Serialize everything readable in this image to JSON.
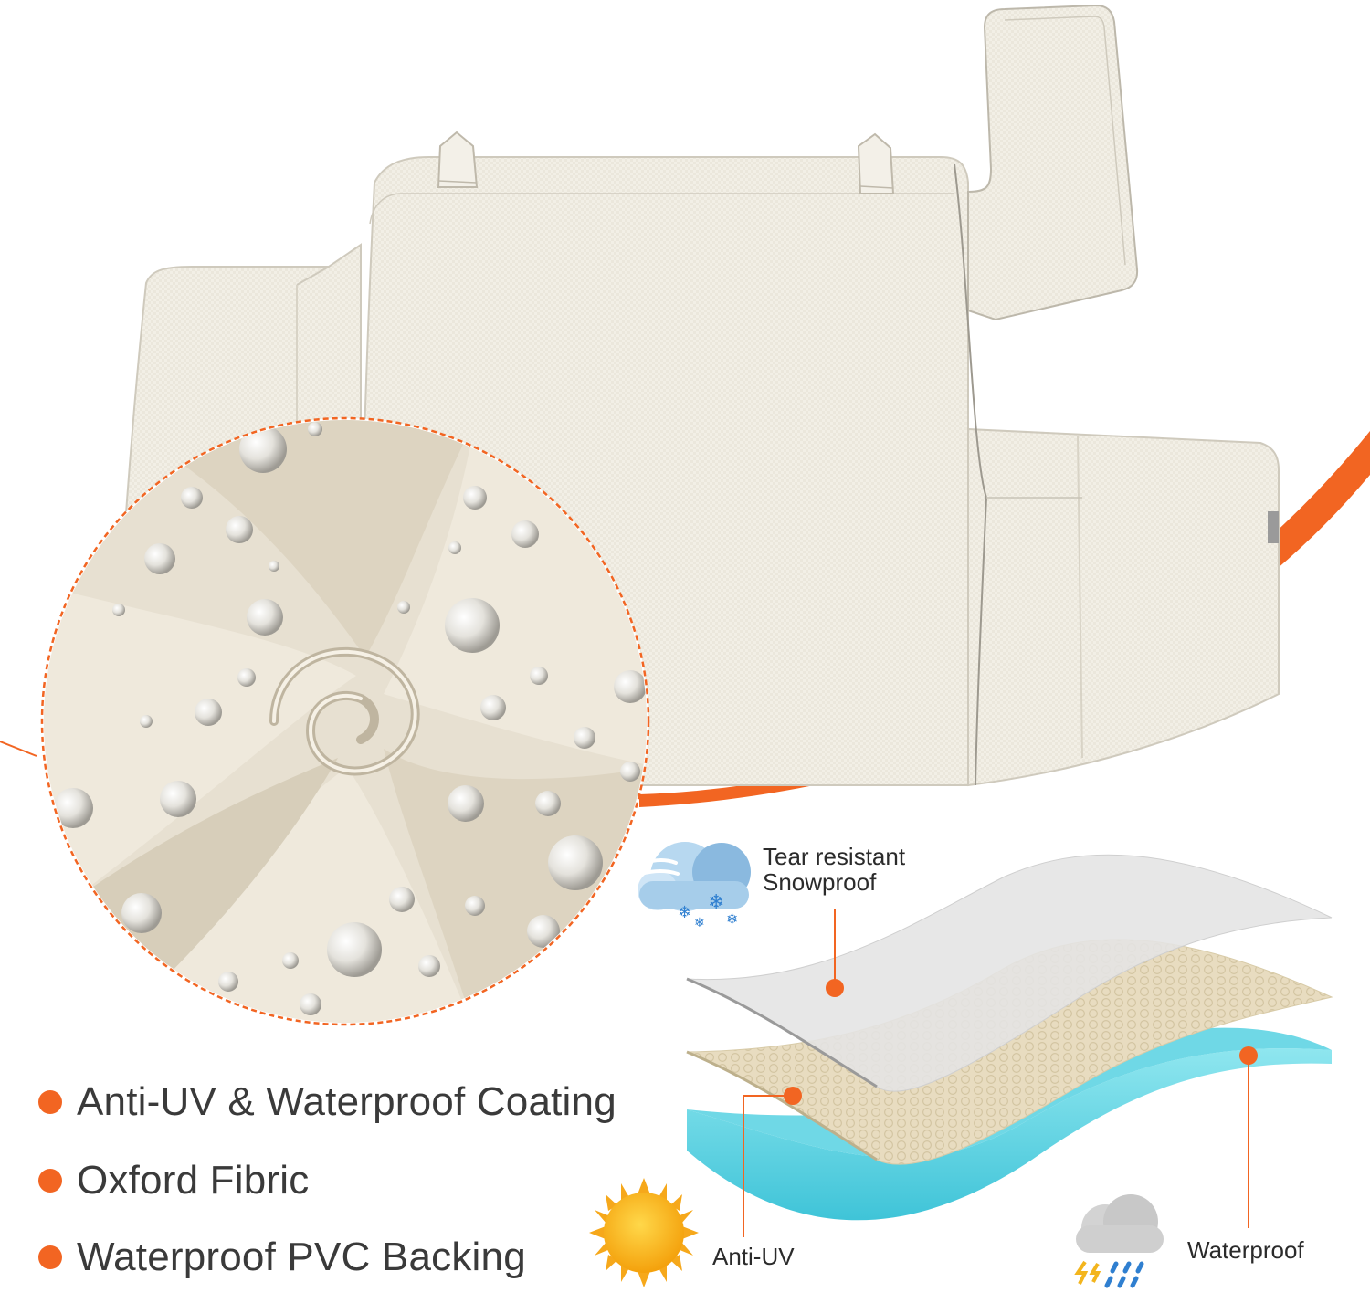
{
  "colors": {
    "accent": "#f26522",
    "fabric": "#f1eee4",
    "fabric_shadow": "#d9d4c6",
    "layer_top": "#e6e6e6",
    "layer_mid": "#e9dfc6",
    "layer_bottom": "#5fd0e0"
  },
  "features": [
    {
      "label": "Anti-UV & Waterproof Coating"
    },
    {
      "label": "Oxford Fibric"
    },
    {
      "label": "Waterproof PVC Backing"
    }
  ],
  "layer_labels": {
    "top_line1": "Tear resistant",
    "top_line2": "Snowproof",
    "middle": "Anti-UV",
    "bottom": "Waterproof"
  },
  "icons": {
    "snow": "snow-cloud-icon",
    "sun": "sun-icon",
    "rain": "rain-cloud-icon",
    "zoom": "fabric-closeup-circle"
  }
}
